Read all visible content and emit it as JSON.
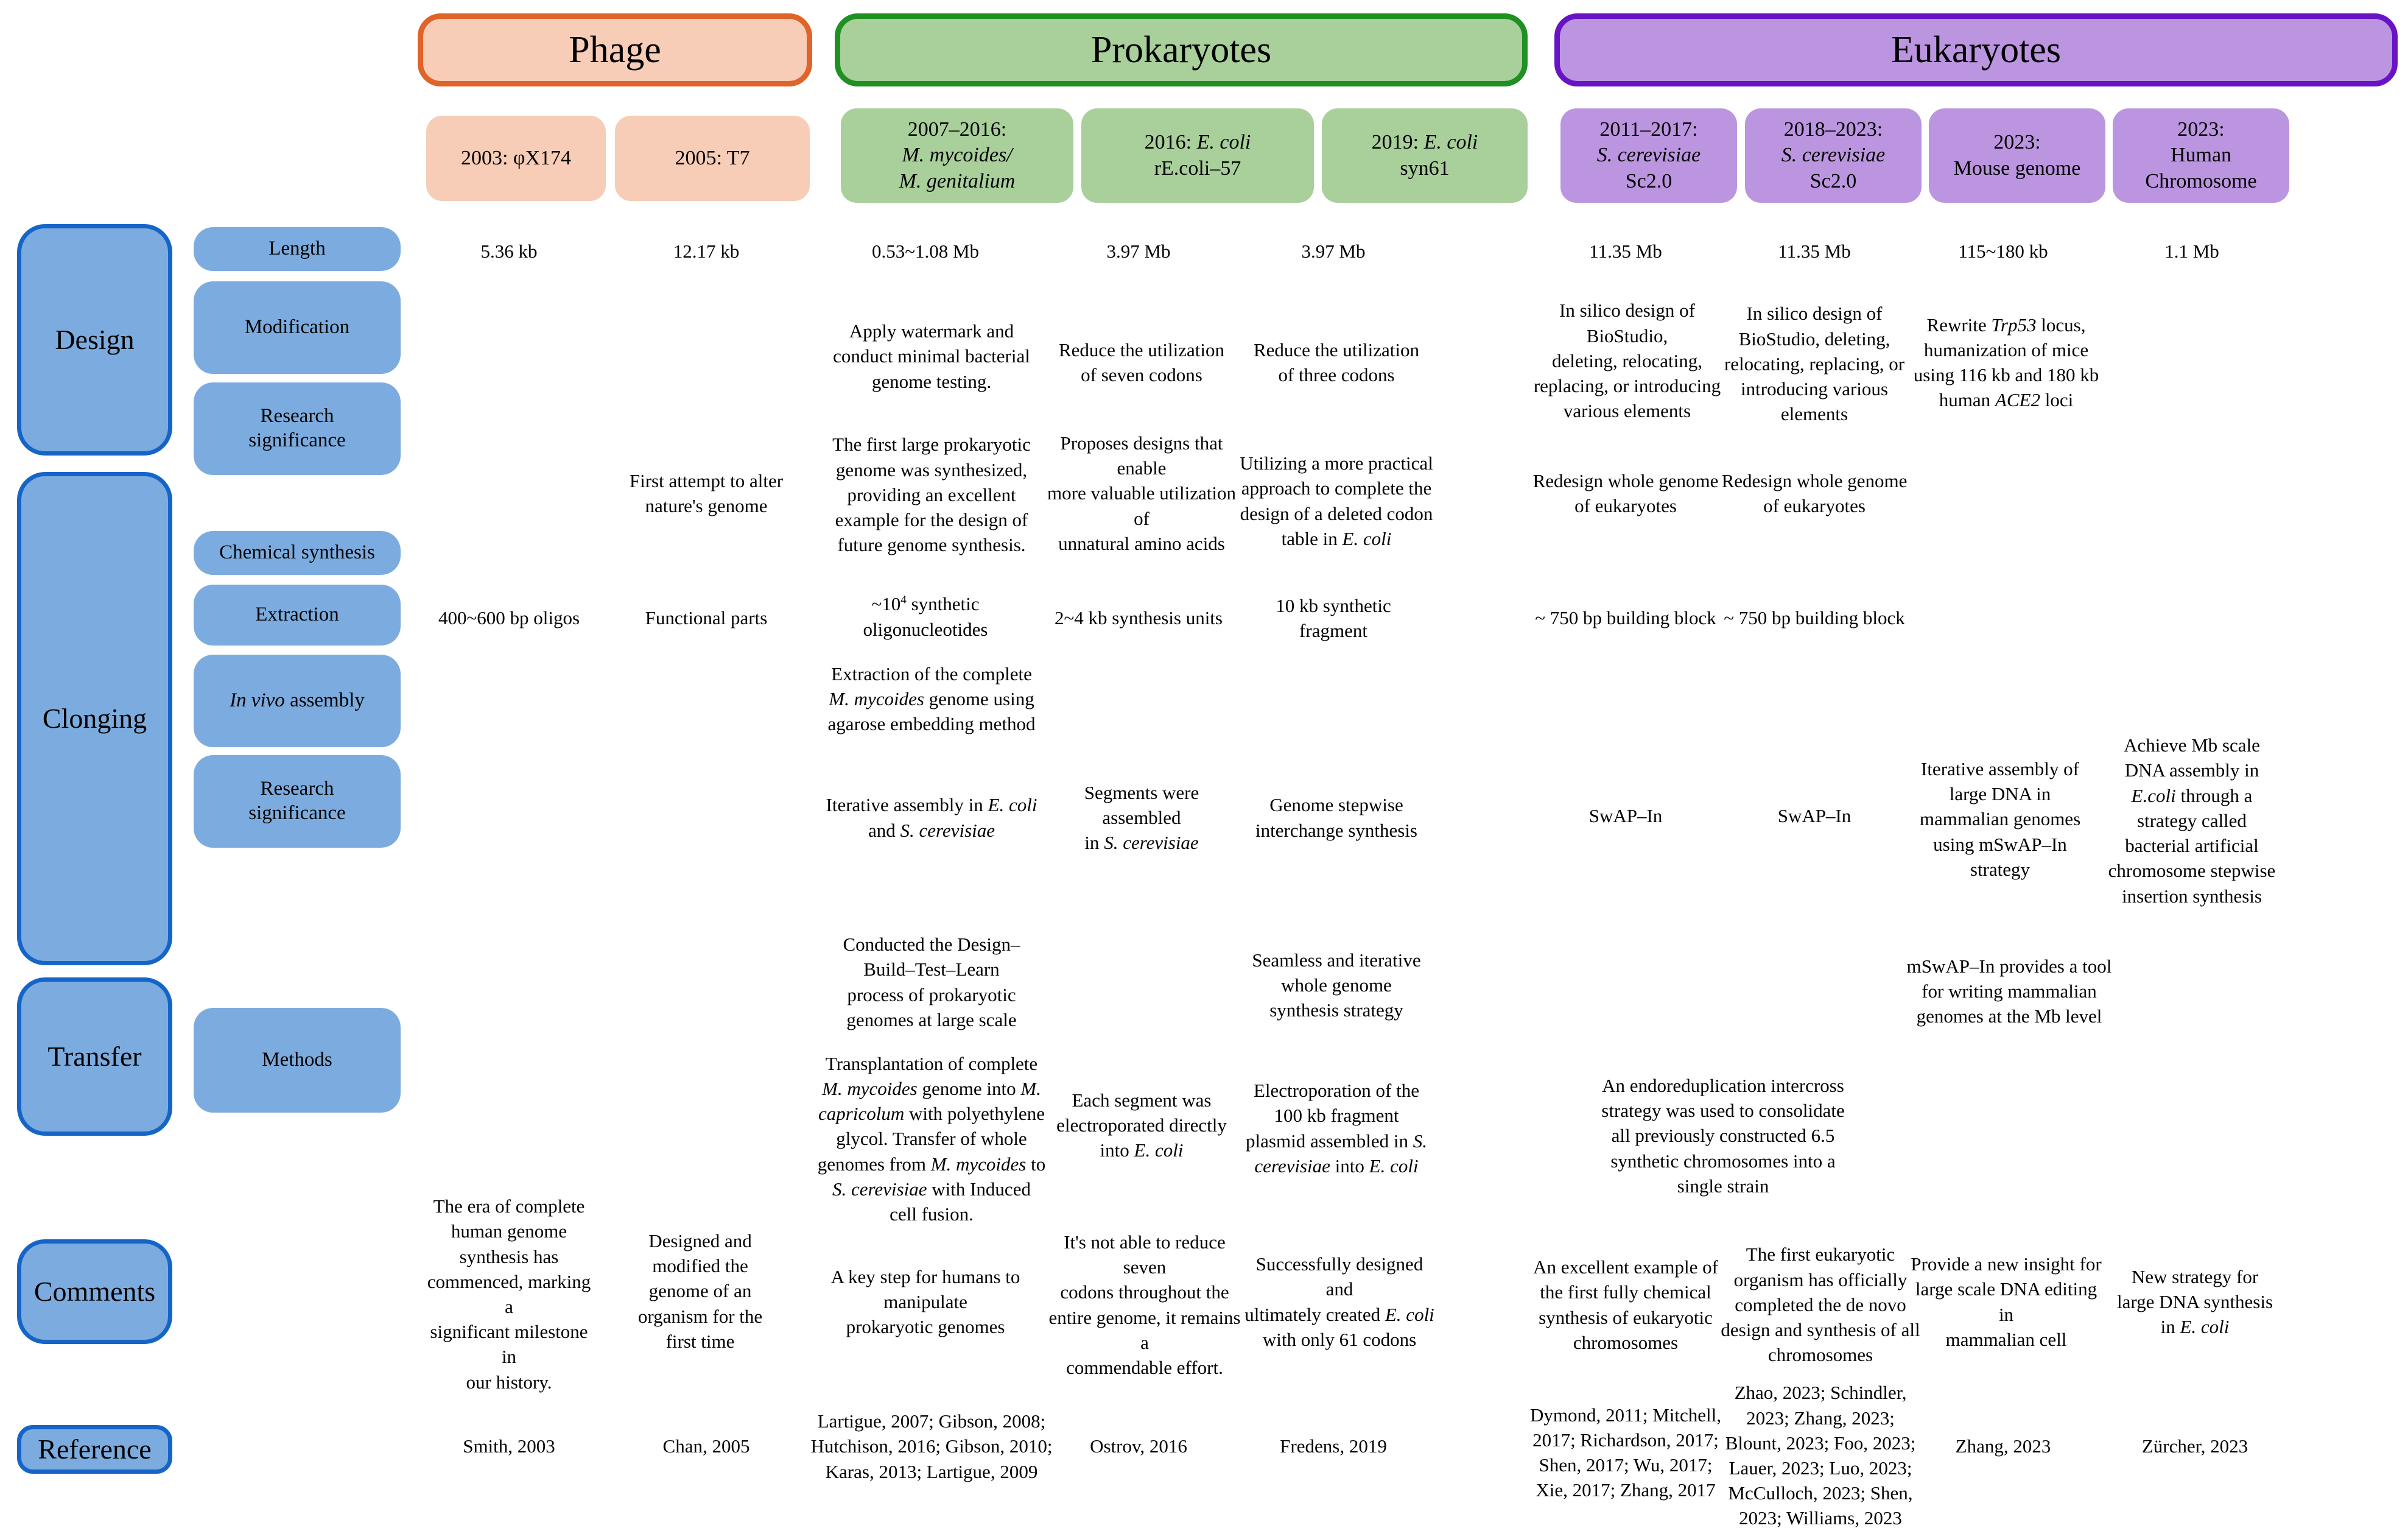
{
  "groups": [
    {
      "id": "phage",
      "label": "Phage"
    },
    {
      "id": "prokaryote",
      "label": "Prokaryotes"
    },
    {
      "id": "eukaryote",
      "label": "Eukaryotes"
    }
  ],
  "columns": [
    {
      "id": "c1",
      "group": "phage",
      "label": "2003: φX174"
    },
    {
      "id": "c2",
      "group": "phage",
      "label": "2005: T7"
    },
    {
      "id": "c3",
      "group": "prokaryote",
      "label": "2007–2016:\nM. mycoides/\nM. genitalium"
    },
    {
      "id": "c4",
      "group": "prokaryote",
      "label": "2016: E. coli\nrE.coli–57"
    },
    {
      "id": "c5",
      "group": "prokaryote",
      "label": "2019: E. coli\nsyn61"
    },
    {
      "id": "c6",
      "group": "eukaryote",
      "label": "2011–2017:\nS. cerevisiae\nSc2.0"
    },
    {
      "id": "c7",
      "group": "eukaryote",
      "label": "2018–2023:\nS. cerevisiae\nSc2.0"
    },
    {
      "id": "c8",
      "group": "eukaryote",
      "label": "2023:\nMouse genome"
    },
    {
      "id": "c9",
      "group": "eukaryote",
      "label": "2023:\nHuman\nChromosome"
    }
  ],
  "stages": [
    {
      "id": "design",
      "label": "Design"
    },
    {
      "id": "clonging",
      "label": "Clonging"
    },
    {
      "id": "transfer",
      "label": "Transfer"
    },
    {
      "id": "comments",
      "label": "Comments"
    },
    {
      "id": "reference",
      "label": "Reference"
    }
  ],
  "rows": [
    {
      "id": "length",
      "stage": "design",
      "label": "Length"
    },
    {
      "id": "modification",
      "stage": "design",
      "label": "Modification"
    },
    {
      "id": "sig_design",
      "stage": "design",
      "label": "Research\nsignificance"
    },
    {
      "id": "chem_synth",
      "stage": "clonging",
      "label": "Chemical synthesis"
    },
    {
      "id": "extraction",
      "stage": "clonging",
      "label": "Extraction"
    },
    {
      "id": "invivo",
      "stage": "clonging",
      "label": "In vivo assembly"
    },
    {
      "id": "sig_clonging",
      "stage": "clonging",
      "label": "Research\nsignificance"
    },
    {
      "id": "methods",
      "stage": "transfer",
      "label": "Methods"
    }
  ],
  "cells": {
    "length": [
      "5.36 kb",
      "12.17 kb",
      "0.53~1.08 Mb",
      "3.97 Mb",
      "3.97 Mb",
      "11.35 Mb",
      "11.35 Mb",
      "115~180 kb",
      "1.1 Mb"
    ],
    "modification": [
      "",
      "",
      "Apply watermark and\nconduct minimal bacterial\ngenome testing.",
      "Reduce the utilization\nof seven codons",
      "Reduce the utilization\nof three codons",
      "In silico design of BioStudio,\ndeleting, relocating,\nreplacing, or introducing\nvarious elements",
      "In silico design of\nBioStudio, deleting,\nrelocating, replacing, or\nintroducing various\nelements",
      "Rewrite Trp53 locus,\nhumanization of mice\nusing 116 kb and 180 kb\nhuman ACE2 loci",
      ""
    ],
    "sig_design": [
      "",
      "First attempt to alter\nnature's genome",
      "The first large prokaryotic\ngenome was synthesized,\nproviding an excellent\nexample for the design of\nfuture genome synthesis.",
      "Proposes designs that enable\nmore valuable utilization of\nunnatural amino acids",
      "Utilizing a more practical\napproach to complete the\ndesign of a deleted codon\ntable in E. coli",
      "Redesign whole genome\nof eukaryotes",
      "Redesign whole genome\nof eukaryotes",
      "",
      ""
    ],
    "chem_synth": [
      "400~600 bp oligos",
      "Functional parts",
      "~10⁴ synthetic\noligonucleotides",
      "2~4 kb synthesis units",
      "10 kb synthetic fragment",
      "~ 750 bp building block",
      "~ 750 bp building block",
      "",
      ""
    ],
    "extraction": [
      "",
      "",
      "Extraction of the complete\nM. mycoides genome using\nagarose embedding method",
      "",
      "",
      "",
      "",
      "",
      ""
    ],
    "invivo": [
      "",
      "",
      "Iterative assembly in E. coli\nand S. cerevisiae",
      "Segments were assembled\nin S. cerevisiae",
      "Genome stepwise\ninterchange synthesis",
      "SwAP–In",
      "SwAP–In",
      "Iterative assembly of\nlarge DNA in\nmammalian genomes\nusing mSwAP–In\nstrategy",
      "Achieve Mb scale\nDNA assembly in\nE.coli through a\nstrategy called\nbacterial artificial\nchromosome stepwise\ninsertion synthesis"
    ],
    "sig_clonging": [
      "",
      "",
      "Conducted the Design–\nBuild–Test–Learn\nprocess of prokaryotic\ngenomes at large scale",
      "",
      "Seamless and iterative\nwhole genome\nsynthesis strategy",
      "",
      "",
      "mSwAP–In  provides a tool\nfor writing mammalian\ngenomes at the Mb level",
      ""
    ],
    "methods": [
      "",
      "",
      "Transplantation of complete\nM. mycoides genome into M.\ncapricolum with polyethylene\nglycol. Transfer of whole\ngenomes from M. mycoides to\nS. cerevisiae with Induced\ncell fusion.",
      "Each segment was\nelectroporated directly\ninto E. coli",
      "Electroporation of the\n100 kb fragment\nplasmid assembled in S.\ncerevisiae into E. coli",
      "An endoreduplication intercross\nstrategy was used to consolidate\nall previously constructed 6.5\nsynthetic chromosomes into a\nsingle strain",
      "",
      "",
      ""
    ],
    "comments": [
      "The era of complete\nhuman genome\nsynthesis has\ncommenced, marking a\nsignificant milestone in\nour history.",
      "Designed and\nmodified the\ngenome of an\norganism for the\nfirst time",
      "A key step for humans to manipulate\nprokaryotic genomes",
      "It's not able to reduce seven\ncodons throughout the\nentire genome, it remains a\ncommendable effort.",
      "Successfully designed and\nultimately created E. coli\nwith only 61 codons",
      "An excellent example of\nthe first fully chemical\nsynthesis of eukaryotic\nchromosomes",
      "The first eukaryotic\norganism has officially\ncompleted the de novo\ndesign and synthesis of all\nchromosomes",
      "Provide a new insight for\nlarge scale DNA editing in\nmammalian cell",
      "New strategy for\nlarge DNA synthesis\nin E. coli"
    ],
    "reference": [
      "Smith, 2003",
      "Chan, 2005",
      "Lartigue, 2007; Gibson, 2008;\nHutchison, 2016; Gibson, 2010;\nKaras, 2013; Lartigue, 2009",
      "Ostrov, 2016",
      "Fredens, 2019",
      "Dymond, 2011; Mitchell,\n2017; Richardson, 2017;\nShen, 2017; Wu, 2017;\nXie, 2017; Zhang, 2017",
      "Zhao, 2023; Schindler,\n2023; Zhang, 2023;\nBlount, 2023; Foo, 2023;\nLauer, 2023; Luo, 2023;\nMcCulloch, 2023; Shen,\n2023; Williams, 2023",
      "Zhang, 2023",
      "Zürcher, 2023"
    ]
  },
  "colors": {
    "phage_fill": "#f7cdb8",
    "phage_border": "#e0632a",
    "prokaryote_fill": "#a9cf9b",
    "prokaryote_border": "#1f9022",
    "eukaryote_fill": "#bc95e0",
    "eukaryote_border": "#6814c4",
    "stage_fill": "#7cacdf",
    "stage_border": "#1565c8"
  }
}
